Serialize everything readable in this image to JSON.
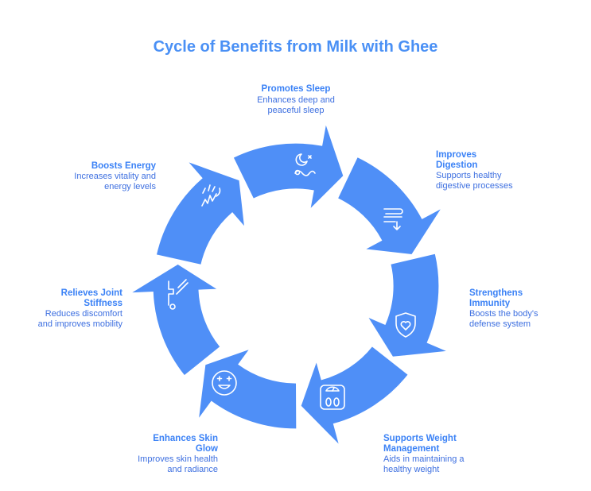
{
  "title": "Cycle of Benefits from Milk with Ghee",
  "colors": {
    "accent": "#4a90f5",
    "ring": "#4f8ff7",
    "icon": "#ffffff"
  },
  "steps": [
    {
      "heading": "Promotes Sleep",
      "description": "Enhances deep and peaceful sleep",
      "icon": "moon-sleep-icon"
    },
    {
      "heading": "Improves Digestion",
      "description": "Supports healthy digestive processes",
      "icon": "digestion-icon"
    },
    {
      "heading": "Strengthens Immunity",
      "description": "Boosts the body's defense system",
      "icon": "shield-heart-icon"
    },
    {
      "heading": "Supports Weight Management",
      "description": "Aids in maintaining a healthy weight",
      "icon": "scale-icon"
    },
    {
      "heading": "Enhances Skin Glow",
      "description": "Improves skin health and radiance",
      "icon": "smile-sparkle-icon"
    },
    {
      "heading": "Relieves Joint Stiffness",
      "description": "Reduces discomfort and improves mobility",
      "icon": "joint-icon"
    },
    {
      "heading": "Boosts Energy",
      "description": "Increases vitality and energy levels",
      "icon": "energy-icon"
    }
  ]
}
